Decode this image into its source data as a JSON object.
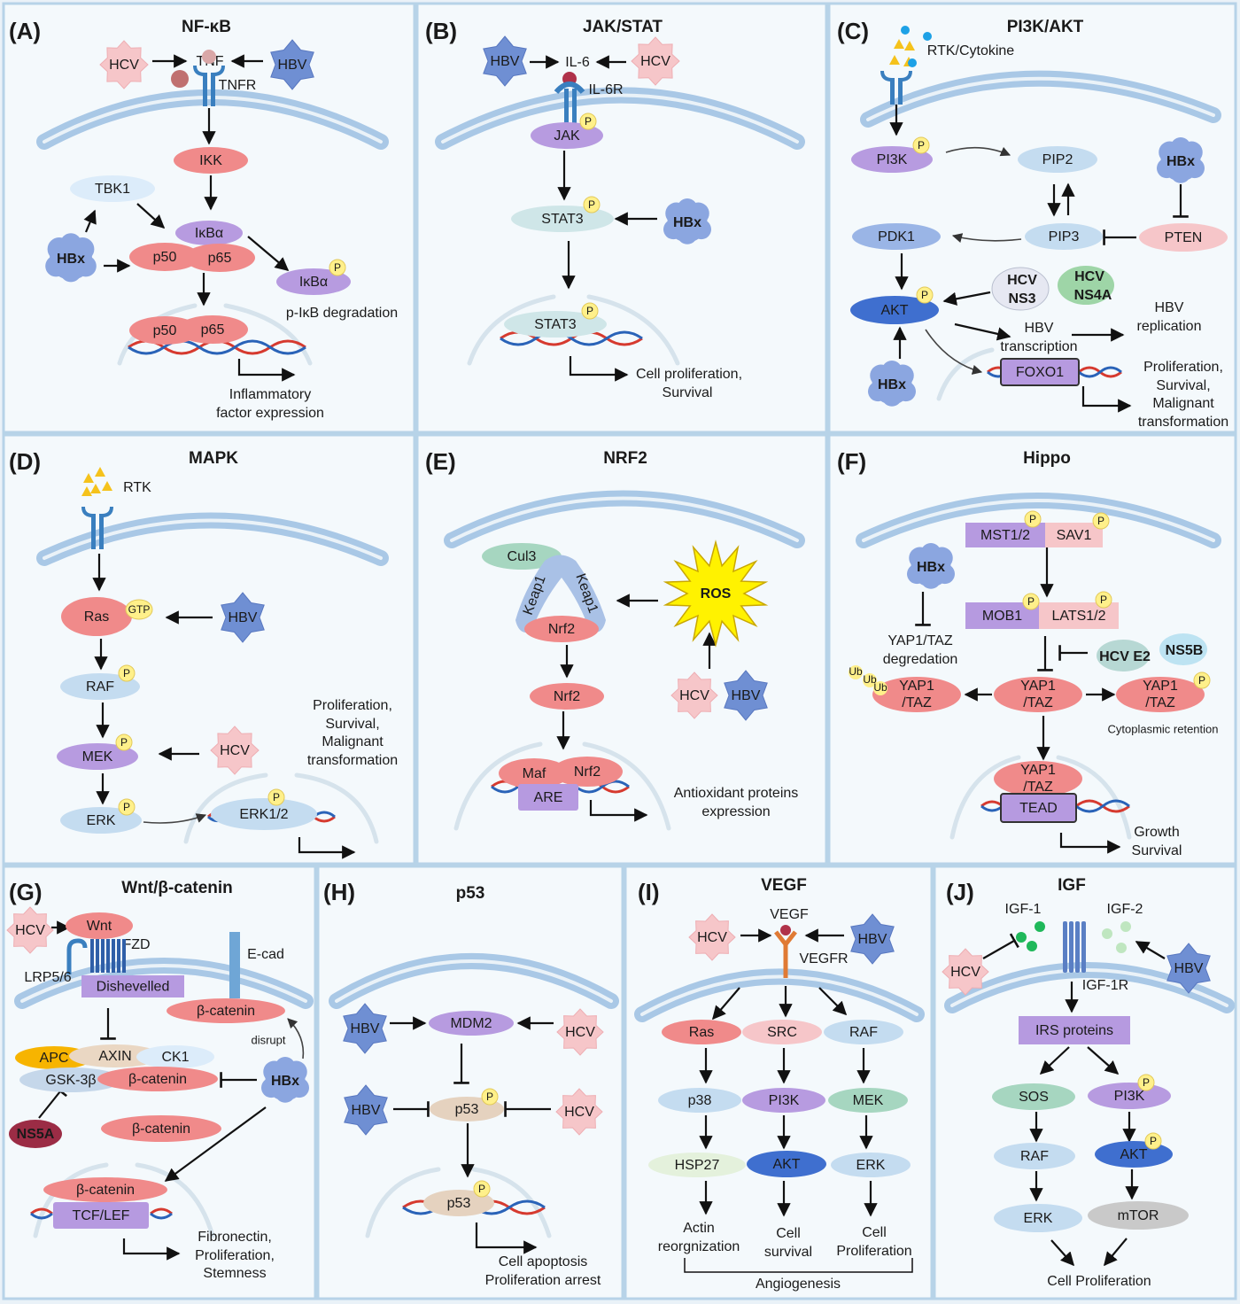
{
  "panels": [
    {
      "label": "(A)",
      "title": "NF-κB"
    },
    {
      "label": "(B)",
      "title": "JAK/STAT"
    },
    {
      "label": "(C)",
      "title": "PI3K/AKT"
    },
    {
      "label": "(D)",
      "title": "MAPK"
    },
    {
      "label": "(E)",
      "title": "NRF2"
    },
    {
      "label": "(F)",
      "title": "Hippo"
    },
    {
      "label": "(G)",
      "title": "Wnt/β-catenin"
    },
    {
      "label": "(H)",
      "title": "p53"
    },
    {
      "label": "(I)",
      "title": "VEGF"
    },
    {
      "label": "(J)",
      "title": "IGF"
    }
  ],
  "common": {
    "hcv": "HCV",
    "hbv": "HBV",
    "hbx": "HBx",
    "p": "P"
  },
  "a": {
    "tnf": "TNF",
    "tnfr": "TNFR",
    "ikk": "IKK",
    "tbk1": "TBK1",
    "ikba": "IκBα",
    "p50": "p50",
    "p65": "p65",
    "pikba": "IκBα",
    "degradation": "p-IκB degradation",
    "out1": "Inflammatory",
    "out2": "factor expression"
  },
  "b": {
    "il6": "IL-6",
    "il6r": "IL-6R",
    "jak": "JAK",
    "stat3": "STAT3",
    "out1": "Cell proliferation,",
    "out2": "Survival"
  },
  "c": {
    "rtk": "RTK/Cytokine",
    "pi3k": "PI3K",
    "pip2": "PIP2",
    "pip3": "PIP3",
    "pten": "PTEN",
    "pdk1": "PDK1",
    "akt": "AKT",
    "ns3a": "HCV",
    "ns3b": "NS3",
    "ns4a1": "HCV",
    "ns4a2": "NS4A",
    "hbvt1": "HBV",
    "hbvt2": "transcription",
    "hbvr1": "HBV",
    "hbvr2": "replication",
    "foxo1": "FOXO1",
    "out1": "Proliferation,",
    "out2": "Survival,",
    "out3": "Malignant",
    "out4": "transformation"
  },
  "d": {
    "rtk": "RTK",
    "ras": "Ras",
    "gtp": "GTP",
    "raf": "RAF",
    "mek": "MEK",
    "erk": "ERK",
    "erk12": "ERK1/2",
    "out1": "Proliferation,",
    "out2": "Survival,",
    "out3": "Malignant",
    "out4": "transformation"
  },
  "e": {
    "cul3": "Cul3",
    "keap1": "Keap1",
    "nrf2": "Nrf2",
    "ros": "ROS",
    "maf": "Maf",
    "are": "ARE",
    "out1": "Antioxidant proteins",
    "out2": "expression"
  },
  "f": {
    "mst": "MST1/2",
    "sav": "SAV1",
    "mob": "MOB1",
    "lats": "LATS1/2",
    "deg1": "YAP1/TAZ",
    "deg2": "degredation",
    "yap1": "YAP1",
    "yap2": "/TAZ",
    "ub": "Ub",
    "e2": "HCV E2",
    "ns5b": "NS5B",
    "retention": "Cytoplasmic  retention",
    "tead": "TEAD",
    "out1": "Growth",
    "out2": "Survival"
  },
  "g": {
    "wnt": "Wnt",
    "fzd": "FZD",
    "lrp": "LRP5/6",
    "dvl": "Dishevelled",
    "ecad": "E-cad",
    "bcat": "β-catenin",
    "disrupt": "disrupt",
    "apc": "APC",
    "axin": "AXIN",
    "ck1": "CK1",
    "gsk": "GSK-3β",
    "ns5a": "NS5A",
    "tcf": "TCF/LEF",
    "out1": "Fibronectin,",
    "out2": "Proliferation,",
    "out3": "Stemness"
  },
  "h": {
    "mdm2": "MDM2",
    "p53": "p53",
    "out1": "Cell apoptosis",
    "out2": "Proliferation arrest"
  },
  "i": {
    "vegf": "VEGF",
    "vegfr": "VEGFR",
    "ras": "Ras",
    "src": "SRC",
    "raf": "RAF",
    "p38": "p38",
    "pi3k": "PI3K",
    "mek": "MEK",
    "hsp27": "HSP27",
    "akt": "AKT",
    "erk": "ERK",
    "o1a": "Actin",
    "o1b": "reorgnization",
    "o2a": "Cell",
    "o2b": "survival",
    "o3a": "Cell",
    "o3b": "Proliferation",
    "angio": "Angiogenesis"
  },
  "j": {
    "igf1": "IGF-1",
    "igf2": "IGF-2",
    "igf1r": "IGF-1R",
    "irs": "IRS proteins",
    "sos": "SOS",
    "pi3k": "PI3K",
    "raf": "RAF",
    "akt": "AKT",
    "erk": "ERK",
    "mtor": "mTOR",
    "out": "Cell Proliferation"
  },
  "colors": {
    "panel_bg": "#f4f9fc",
    "panel_border": "#b7d3e8",
    "hcv": "#f6c6c9",
    "hbv": "#6f8fd3",
    "hbx": "#8ba6e0",
    "salmon": "#f08a8a",
    "lavender": "#b79be0",
    "lightblue": "#c4dcf0",
    "darkblue": "#3f6fcf",
    "phospho": "#fff08a"
  }
}
